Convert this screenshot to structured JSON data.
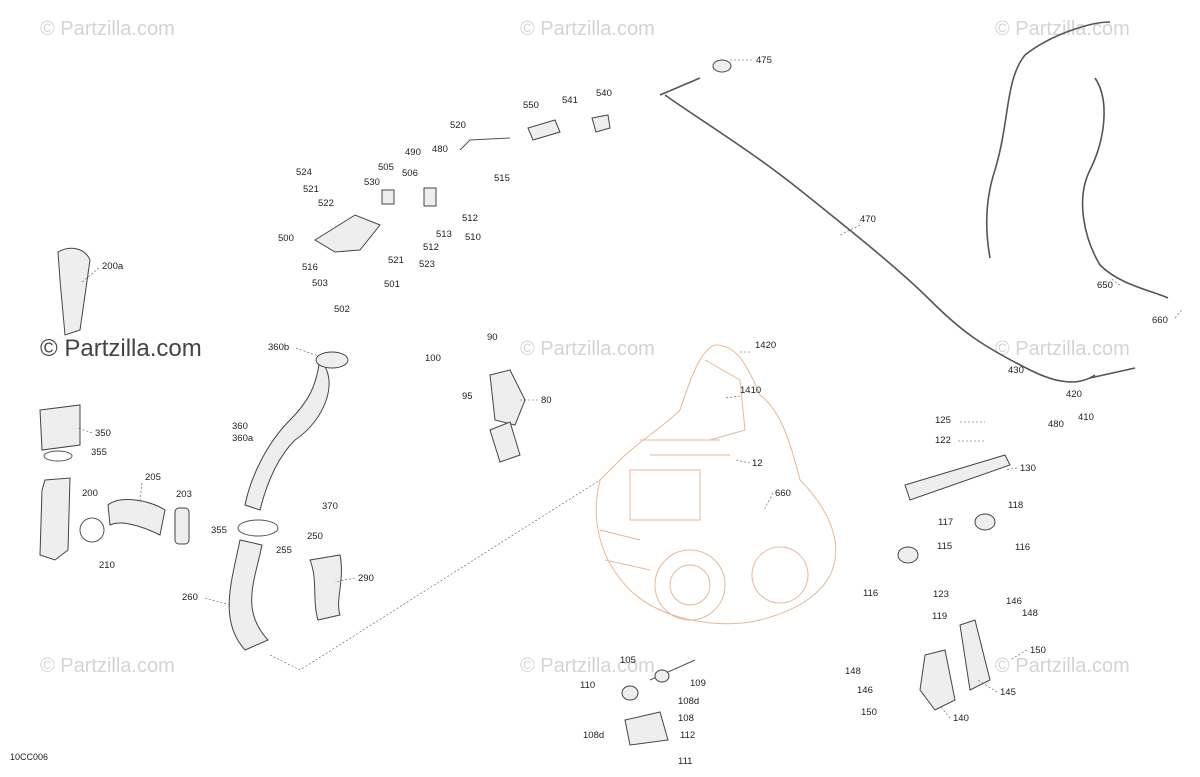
{
  "watermark": "© Partzilla.com",
  "diagram_code": "10CC006",
  "callouts": [
    "475",
    "470",
    "650",
    "660",
    "541",
    "540",
    "550",
    "520",
    "490",
    "480",
    "524",
    "505",
    "506",
    "515",
    "521",
    "530",
    "522",
    "512",
    "500",
    "513",
    "510",
    "512b",
    "521b",
    "523",
    "516",
    "503",
    "501",
    "502",
    "200a",
    "360b",
    "1420",
    "1410",
    "100",
    "90",
    "95",
    "80",
    "430",
    "420",
    "410",
    "480b",
    "125",
    "122",
    "130",
    "12",
    "660b",
    "118",
    "117",
    "115",
    "116",
    "116b",
    "123",
    "119",
    "146",
    "148",
    "150",
    "145",
    "140",
    "148b",
    "146b",
    "150b",
    "350",
    "355",
    "205",
    "203",
    "200",
    "210",
    "360",
    "360a",
    "370",
    "250",
    "255",
    "355b",
    "260",
    "290",
    "105",
    "109",
    "110",
    "108d",
    "108",
    "108d2",
    "112",
    "111"
  ],
  "labels": {
    "c475": "475",
    "c470": "470",
    "c650": "650",
    "c660": "660",
    "c541": "541",
    "c540": "540",
    "c550": "550",
    "c520": "520",
    "c490": "490",
    "c480": "480",
    "c524": "524",
    "c505": "505",
    "c506": "506",
    "c515": "515",
    "c521": "521",
    "c530": "530",
    "c522": "522",
    "c512": "512",
    "c500": "500",
    "c513": "513",
    "c510": "510",
    "c512b": "512",
    "c521b": "521",
    "c523": "523",
    "c516": "516",
    "c503": "503",
    "c501": "501",
    "c502": "502",
    "c200a": "200a",
    "c360b": "360b",
    "c1420": "1420",
    "c1410": "1410",
    "c100": "100",
    "c90": "90",
    "c95": "95",
    "c80": "80",
    "c430": "430",
    "c420": "420",
    "c410": "410",
    "c480b": "480",
    "c125": "125",
    "c122": "122",
    "c130": "130",
    "c12": "12",
    "c660b": "660",
    "c118": "118",
    "c117": "117",
    "c115": "115",
    "c116": "116",
    "c116b": "116",
    "c123": "123",
    "c119": "119",
    "c146": "146",
    "c148": "148",
    "c150": "150",
    "c145": "145",
    "c140": "140",
    "c148b": "148",
    "c146b": "146",
    "c150b": "150",
    "c350": "350",
    "c355": "355",
    "c205": "205",
    "c203": "203",
    "c200": "200",
    "c210": "210",
    "c360": "360",
    "c360a": "360a",
    "c370": "370",
    "c250": "250",
    "c255": "255",
    "c355b": "355",
    "c260": "260",
    "c290": "290",
    "c105": "105",
    "c109": "109",
    "c110": "110",
    "c108d": "108d",
    "c108": "108",
    "c108d2": "108d",
    "c112": "112",
    "c111": "111"
  }
}
